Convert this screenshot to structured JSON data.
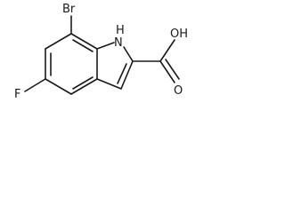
{
  "molecule": {
    "atoms": {
      "bromine": "Br",
      "nitrogen_h": "H",
      "nitrogen": "N",
      "fluorine": "F",
      "hydroxyl": "OH",
      "carbonyl_oxygen": "O"
    }
  }
}
